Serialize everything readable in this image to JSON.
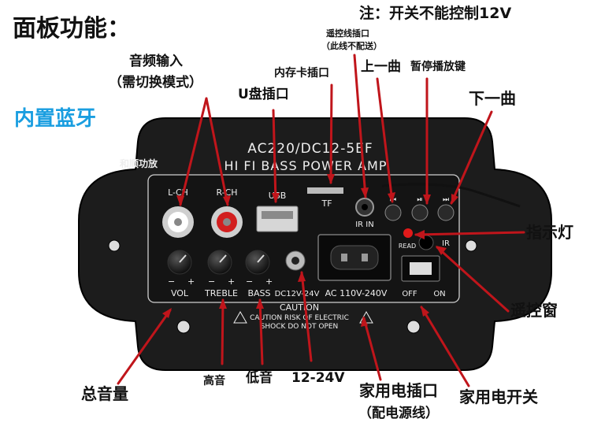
{
  "labels": {
    "title": "面板功能：",
    "note": "注：开关不能控制12V",
    "audio_in": "音频输入",
    "mode_switch": "（需切换模式）",
    "bluetooth": "内置蓝牙",
    "usb_port": "U盘插口",
    "card_slot": "内存卡插口",
    "remote_port": "遥控线插口",
    "remote_port_note": "（此线不配送）",
    "prev": "上一曲",
    "pause": "暂停播放键",
    "next": "下一曲",
    "indicator": "指示灯",
    "ir_window": "遥控窗",
    "master_vol": "总音量",
    "treble": "高音",
    "bass": "低音",
    "dc_in": "12-24V",
    "ac_socket": "家用电插口",
    "ac_socket_note": "（配电源线）",
    "ac_switch": "家用电开关"
  },
  "board": {
    "brand": "和顺功放",
    "model": "AC220/DC12-5EF",
    "subtitle": "HI FI BASS POWER AMP",
    "lch": "L-CH",
    "rch": "R-CH",
    "usb": "USB",
    "tf": "TF",
    "irin": "IR IN",
    "read": "READ",
    "ir": "IR",
    "vol": "VOL",
    "treble": "TREBLE",
    "bass": "BASS",
    "dc": "DC12V-24V",
    "ac": "AC 110V-240V",
    "off": "OFF",
    "on": "ON",
    "minus": "−",
    "plus": "+",
    "caution_title": "CAUTION",
    "caution_1": "CAUTION RISK OF ELECTRIC",
    "caution_2": "SHOCK DO NOT OPEN"
  },
  "colors": {
    "arrow": "#c0151b",
    "accent": "#1a9ee0",
    "panel": "#1a1a1a",
    "indicator": "#e11a1a"
  }
}
